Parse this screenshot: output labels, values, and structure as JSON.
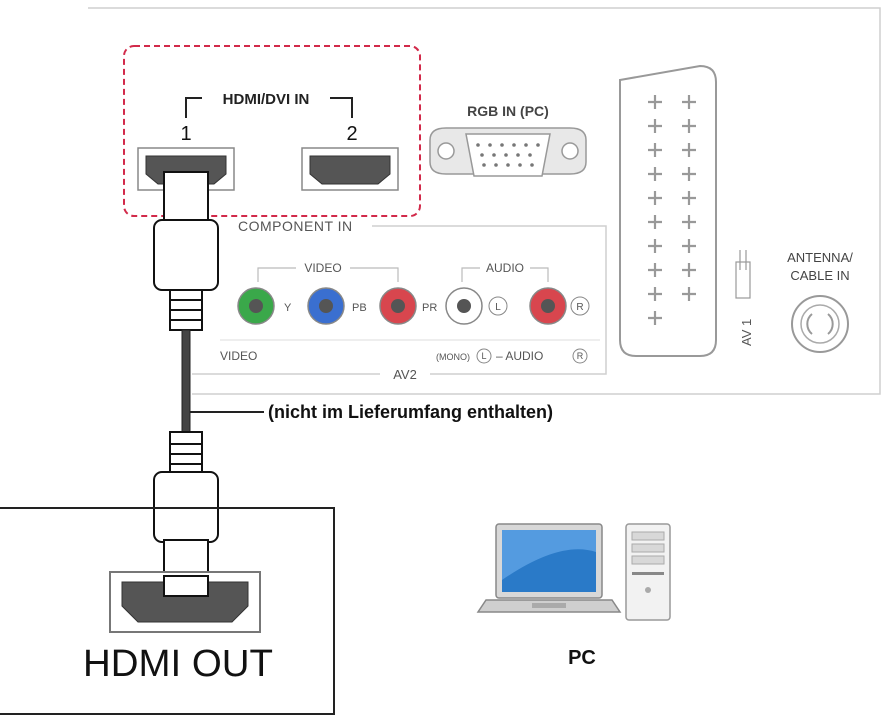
{
  "tv_panel": {
    "hdmi_group_label": "HDMI/DVI IN",
    "hdmi_port_1_label": "1",
    "hdmi_port_2_label": "2",
    "rgb_label": "RGB IN (PC)",
    "component_label": "COMPONENT IN",
    "video_group_label": "VIDEO",
    "audio_group_label": "AUDIO",
    "jack_y_label": "Y",
    "jack_pb_label": "PB",
    "jack_pr_label": "PR",
    "jack_l_label": "L",
    "jack_r_label": "R",
    "video_bottom_label": "VIDEO",
    "av2_label": "AV2",
    "mono_label": "(MONO)",
    "audio_bottom_label": "– AUDIO",
    "audio_bottom_l": "L",
    "audio_bottom_r": "R",
    "av1_label": "AV 1",
    "antenna_label_line1": "ANTENNA/",
    "antenna_label_line2": "CABLE IN"
  },
  "cable_note": "(nicht im Lieferumfang enthalten)",
  "source_device": {
    "label": "HDMI OUT"
  },
  "pc": {
    "label": "PC"
  },
  "colors": {
    "highlight_dash": "#d22a4a",
    "jack_green": "#3aa84a",
    "jack_blue": "#3a6fd0",
    "jack_red": "#d8464e",
    "jack_white": "#ffffff",
    "laptop_screen": "#2a7ac8",
    "panel_border": "#cfcfcf"
  }
}
